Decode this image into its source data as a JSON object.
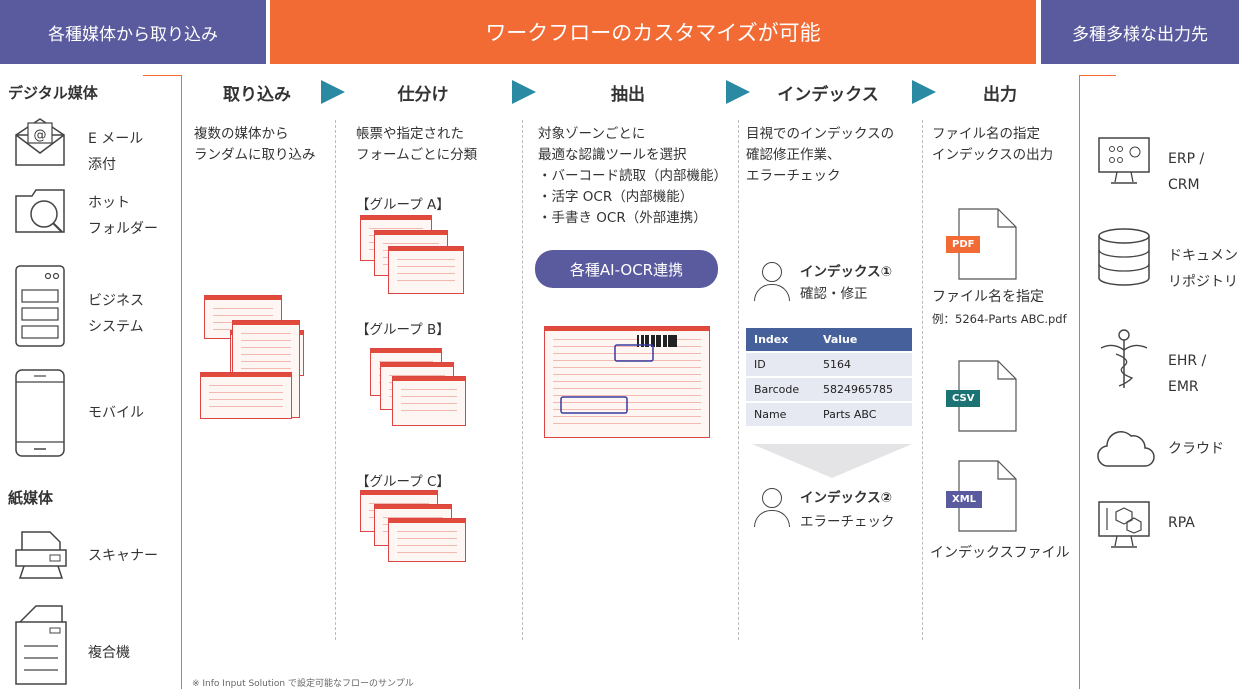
{
  "banners": {
    "left": "各種媒体から取り込み",
    "middle": "ワークフローのカスタマイズが可能",
    "right": "多種多様な出力先"
  },
  "inputs": {
    "digital_title": "デジタル媒体",
    "digital_items": [
      "E メール\n添付",
      "ホット\nフォルダー",
      "ビジネス\nシステム",
      "モバイル"
    ],
    "paper_title": "紙媒体",
    "paper_items": [
      "スキャナー",
      "複合機"
    ]
  },
  "stages": {
    "capture": {
      "title": "取り込み",
      "desc": "複数の媒体から\nランダムに取り込み"
    },
    "classify": {
      "title": "仕分け",
      "desc": "帳票や指定された\nフォームごとに分類",
      "groups": [
        "【グループ A】",
        "【グループ B】",
        "【グループ C】"
      ]
    },
    "extract": {
      "title": "抽出",
      "desc": "対象ゾーンごとに\n最適な認識ツールを選択\n・バーコード読取（内部機能）\n・活字 OCR（内部機能）\n・手書き OCR（外部連携）",
      "ai_button": "各種AI-OCR連携"
    },
    "index": {
      "title": "インデックス",
      "desc": "目視でのインデックスの\n確認修正作業、\nエラーチェック",
      "step1_title": "インデックス①",
      "step1_sub": "確認・修正",
      "step2_title": "インデックス②",
      "step2_sub": "エラーチェック",
      "table_headers": [
        "Index",
        "Value"
      ],
      "table_rows": [
        [
          "ID",
          "5164"
        ],
        [
          "Barcode",
          "5824965785"
        ],
        [
          "Name",
          "Parts ABC"
        ]
      ]
    },
    "output": {
      "title": "出力",
      "desc": "ファイル名の指定\nインデックスの出力",
      "pdf_label": "PDF",
      "csv_label": "CSV",
      "xml_label": "XML",
      "filename_title": "ファイル名を指定",
      "filename_example": "例：5264-Parts ABC.pdf",
      "index_file": "インデックスファイル"
    }
  },
  "destinations": [
    "ERP / CRM",
    "ドキュメン\nリポジトリ",
    "EHR / EMR",
    "クラウド",
    "RPA"
  ],
  "footnote": "※ Info Input Solution で設定可能なフローのサンプル",
  "colors": {
    "purple": "#5a5a9e",
    "orange": "#f26b35",
    "teal": "#2a8aa4",
    "navy": "#46609b",
    "green": "#1c7373"
  }
}
